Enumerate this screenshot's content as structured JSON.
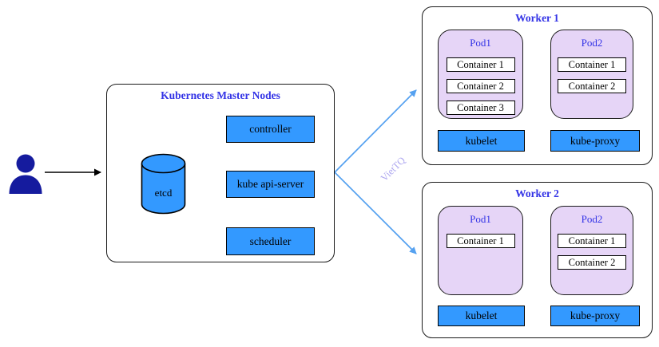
{
  "master": {
    "title": "Kubernetes Master Nodes",
    "controller_label": "controller",
    "api_server_label": "kube api-server",
    "scheduler_label": "scheduler",
    "etcd_label": "etcd"
  },
  "workers": [
    {
      "title": "Worker 1",
      "pods": [
        {
          "title": "Pod1",
          "containers": [
            "Container 1",
            "Container 2",
            "Container 3"
          ]
        },
        {
          "title": "Pod2",
          "containers": [
            "Container 1",
            "Container 2"
          ]
        }
      ],
      "kubelet_label": "kubelet",
      "kube_proxy_label": "kube-proxy"
    },
    {
      "title": "Worker 2",
      "pods": [
        {
          "title": "Pod1",
          "containers": [
            "Container 1"
          ]
        },
        {
          "title": "Pod2",
          "containers": [
            "Container 1",
            "Container 2"
          ]
        }
      ],
      "kubelet_label": "kubelet",
      "kube_proxy_label": "kube-proxy"
    }
  ],
  "watermark": "VietTQ",
  "colors": {
    "component_fill": "#3399FF",
    "pod_fill": "#E6D5F7",
    "heading_text": "#3333E6",
    "internal_arrow": "#A3A3F0",
    "worker_arrow": "#55A1F0",
    "user_icon": "#151B9E",
    "watermark_text": "#AFA8F0"
  }
}
